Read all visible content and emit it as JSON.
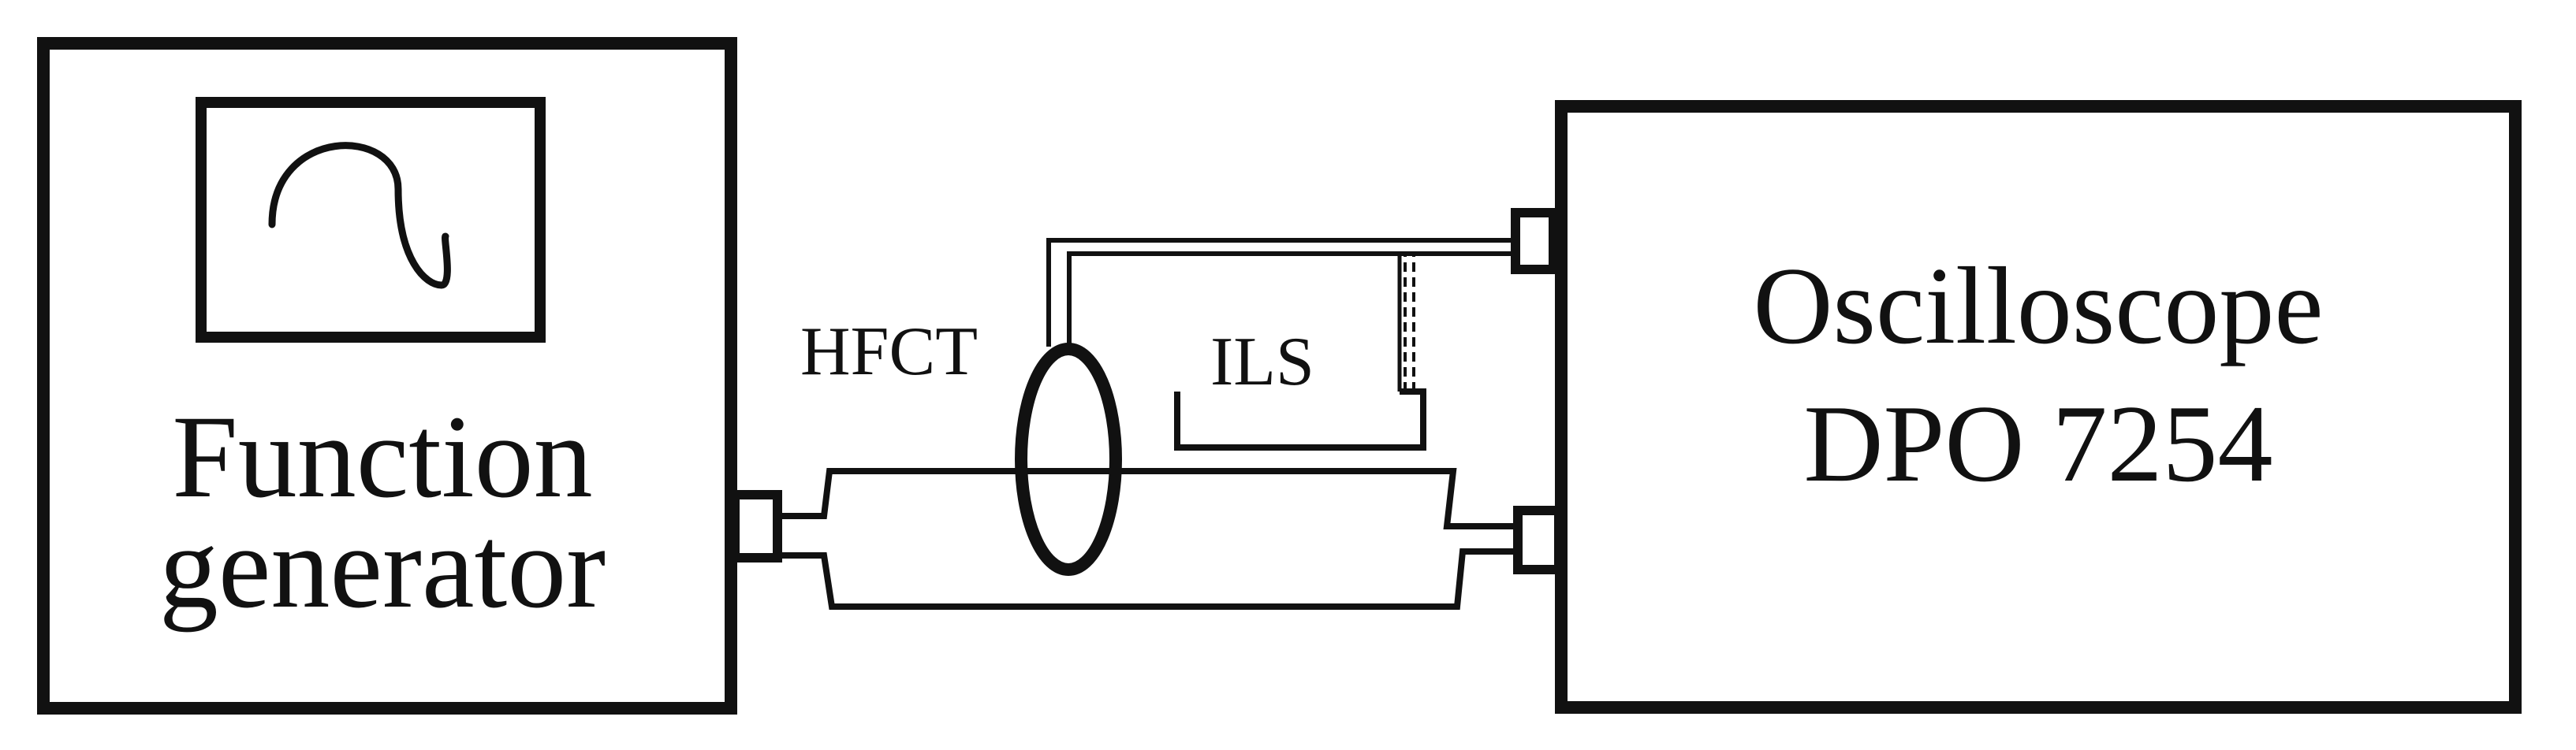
{
  "diagram": {
    "function_generator": {
      "line1": "Function",
      "line2": "generator",
      "screen_icon": "sine-wave-icon"
    },
    "oscilloscope": {
      "line1": "Oscilloscope",
      "line2": "DPO 7254"
    },
    "hfct_label": "HFCT",
    "ils_label": "ILS",
    "colors": {
      "stroke": "#111111",
      "background": "#ffffff"
    }
  }
}
